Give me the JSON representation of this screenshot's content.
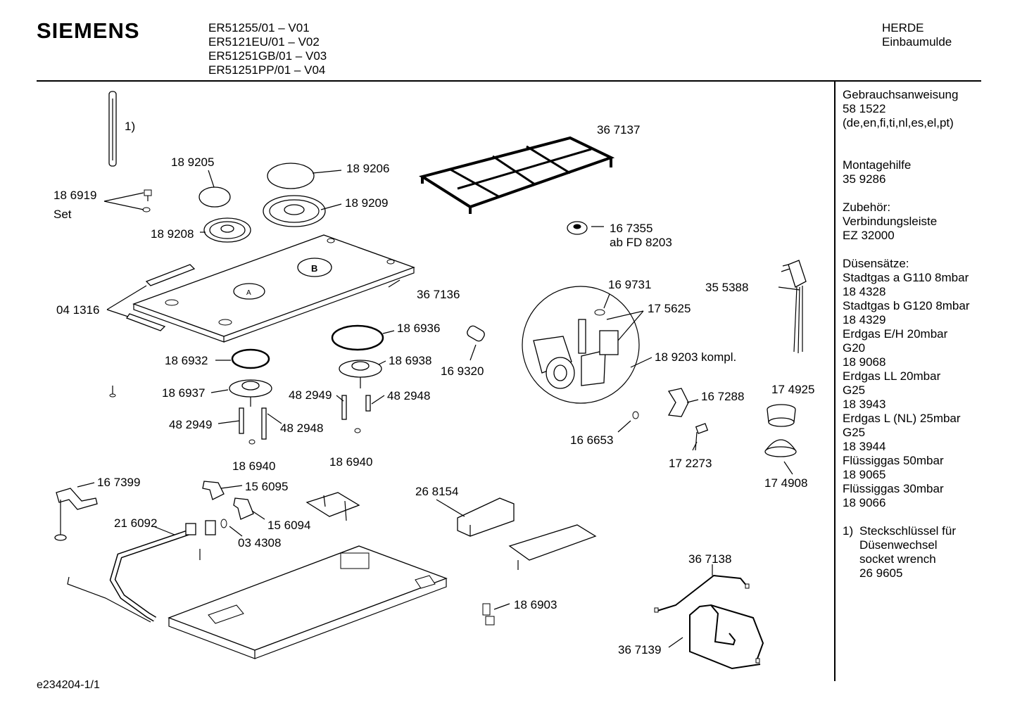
{
  "header": {
    "brand": "SIEMENS",
    "models": [
      "ER51255/01 – V01",
      "ER5121EU/01 – V02",
      "ER51251GB/01 – V03",
      "ER51251PP/01 – V04"
    ],
    "category": [
      "HERDE",
      "Einbaumulde"
    ]
  },
  "sidebar": {
    "manual": [
      "Gebrauchsanweisung",
      "58 1522",
      "(de,en,fi,ti,nl,es,el,pt)"
    ],
    "mounting": [
      "Montagehilfe",
      "35 9286"
    ],
    "accessories": [
      "Zubehör:",
      "Verbindungsleiste",
      "EZ 32000"
    ],
    "nozzles": [
      "Düsensätze:",
      "Stadtgas a G110 8mbar",
      "18 4328",
      "Stadtgas b G120 8mbar",
      "18 4329",
      "Erdgas E/H 20mbar",
      "G20",
      "18 9068",
      "Erdgas LL 20mbar",
      "G25",
      "18 3943",
      "Erdgas L (NL) 25mbar",
      "G25",
      "18 3944",
      "Flüssiggas 50mbar",
      "18 9065",
      "Flüssiggas 30mbar",
      "18 9066"
    ],
    "footnote": {
      "marker": "1)",
      "lines": [
        "Steckschlüssel für",
        "Düsenwechsel",
        "socket wrench",
        "26 9605"
      ]
    }
  },
  "footer": "e234204-1/1",
  "parts": {
    "p_note1": "1)",
    "p_189205": "18 9205",
    "p_189206": "18 9206",
    "p_186919": "18 6919",
    "p_set": "Set",
    "p_189209": "18 9209",
    "p_189208": "18 9208",
    "p_367137": "36 7137",
    "p_167355": "16 7355",
    "p_abfd": "ab FD 8203",
    "p_367136": "36 7136",
    "p_041316": "04 1316",
    "p_burnerA": "A",
    "p_burnerB": "B",
    "p_169731": "16 9731",
    "p_175625": "17 5625",
    "p_355388": "35 5388",
    "p_186936": "18 6936",
    "p_186932": "18 6932",
    "p_186938": "18 6938",
    "p_169320": "16 9320",
    "p_189203": "18 9203 kompl.",
    "p_186937": "18 6937",
    "p_482949a": "48 2949",
    "p_482948a": "48 2948",
    "p_482949b": "48 2949",
    "p_482948b": "48 2948",
    "p_167288": "16 7288",
    "p_174925": "17 4925",
    "p_166653": "16 6653",
    "p_172273": "17 2273",
    "p_186940a": "18 6940",
    "p_186940b": "18 6940",
    "p_174908": "17 4908",
    "p_167399": "16 7399",
    "p_156095": "15 6095",
    "p_268154": "26 8154",
    "p_216092": "21 6092",
    "p_156094": "15 6094",
    "p_034308": "03 4308",
    "p_367138": "36 7138",
    "p_186903": "18 6903",
    "p_367139": "36 7139"
  }
}
